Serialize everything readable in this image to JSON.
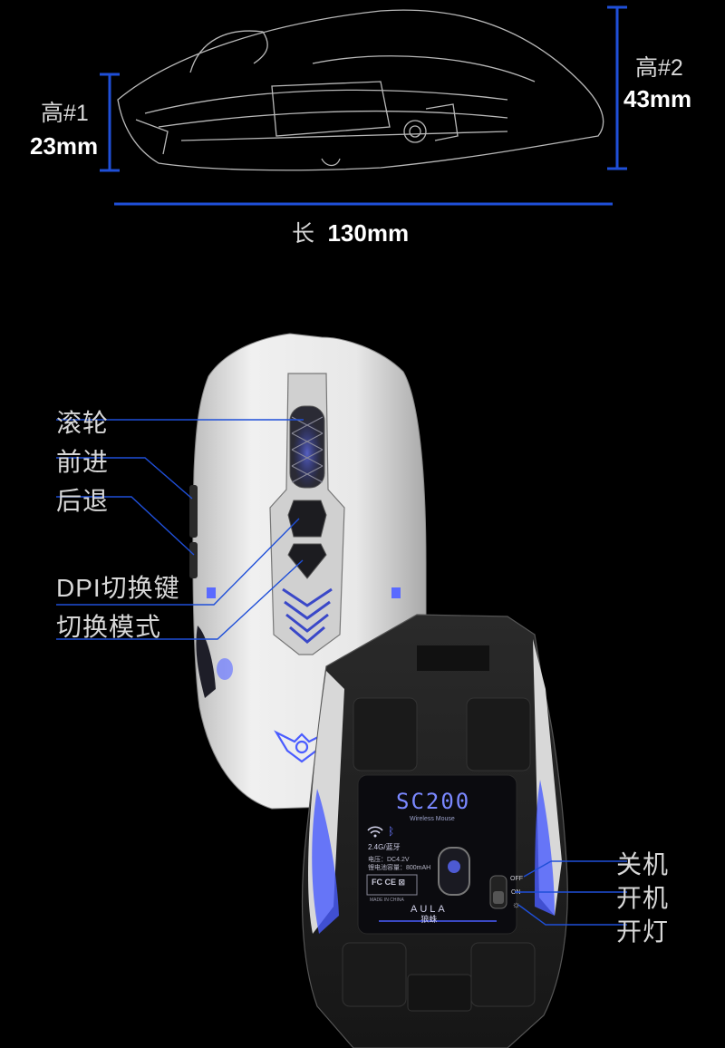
{
  "dimensions": {
    "height1": {
      "label": "高#1",
      "value": "23mm"
    },
    "height2": {
      "label": "高#2",
      "value": "43mm"
    },
    "length": {
      "label": "长",
      "value": "130mm"
    }
  },
  "callouts_left": [
    {
      "label": "滚轮"
    },
    {
      "label": "前进"
    },
    {
      "label": "后退"
    },
    {
      "label": "DPI切换键"
    },
    {
      "label": "切换模式"
    }
  ],
  "callouts_right": [
    {
      "label": "关机"
    },
    {
      "label": "开机"
    },
    {
      "label": "开灯"
    }
  ],
  "mouse_bottom": {
    "model": "SC200",
    "subtitle": "Wireless Mouse",
    "connectivity": "2.4G/蓝牙",
    "voltage": "电压：DC4.2V",
    "battery": "锂电池容量：800mAH",
    "made_in": "MADE IN CHINA",
    "switch_off": "OFF",
    "switch_on": "ON",
    "brand": "AULA",
    "brand_cn": "狼蛛"
  },
  "colors": {
    "accent_blue": "#1f4fd8",
    "glow": "#4a5cff",
    "body_white": "#e6e6e6"
  }
}
